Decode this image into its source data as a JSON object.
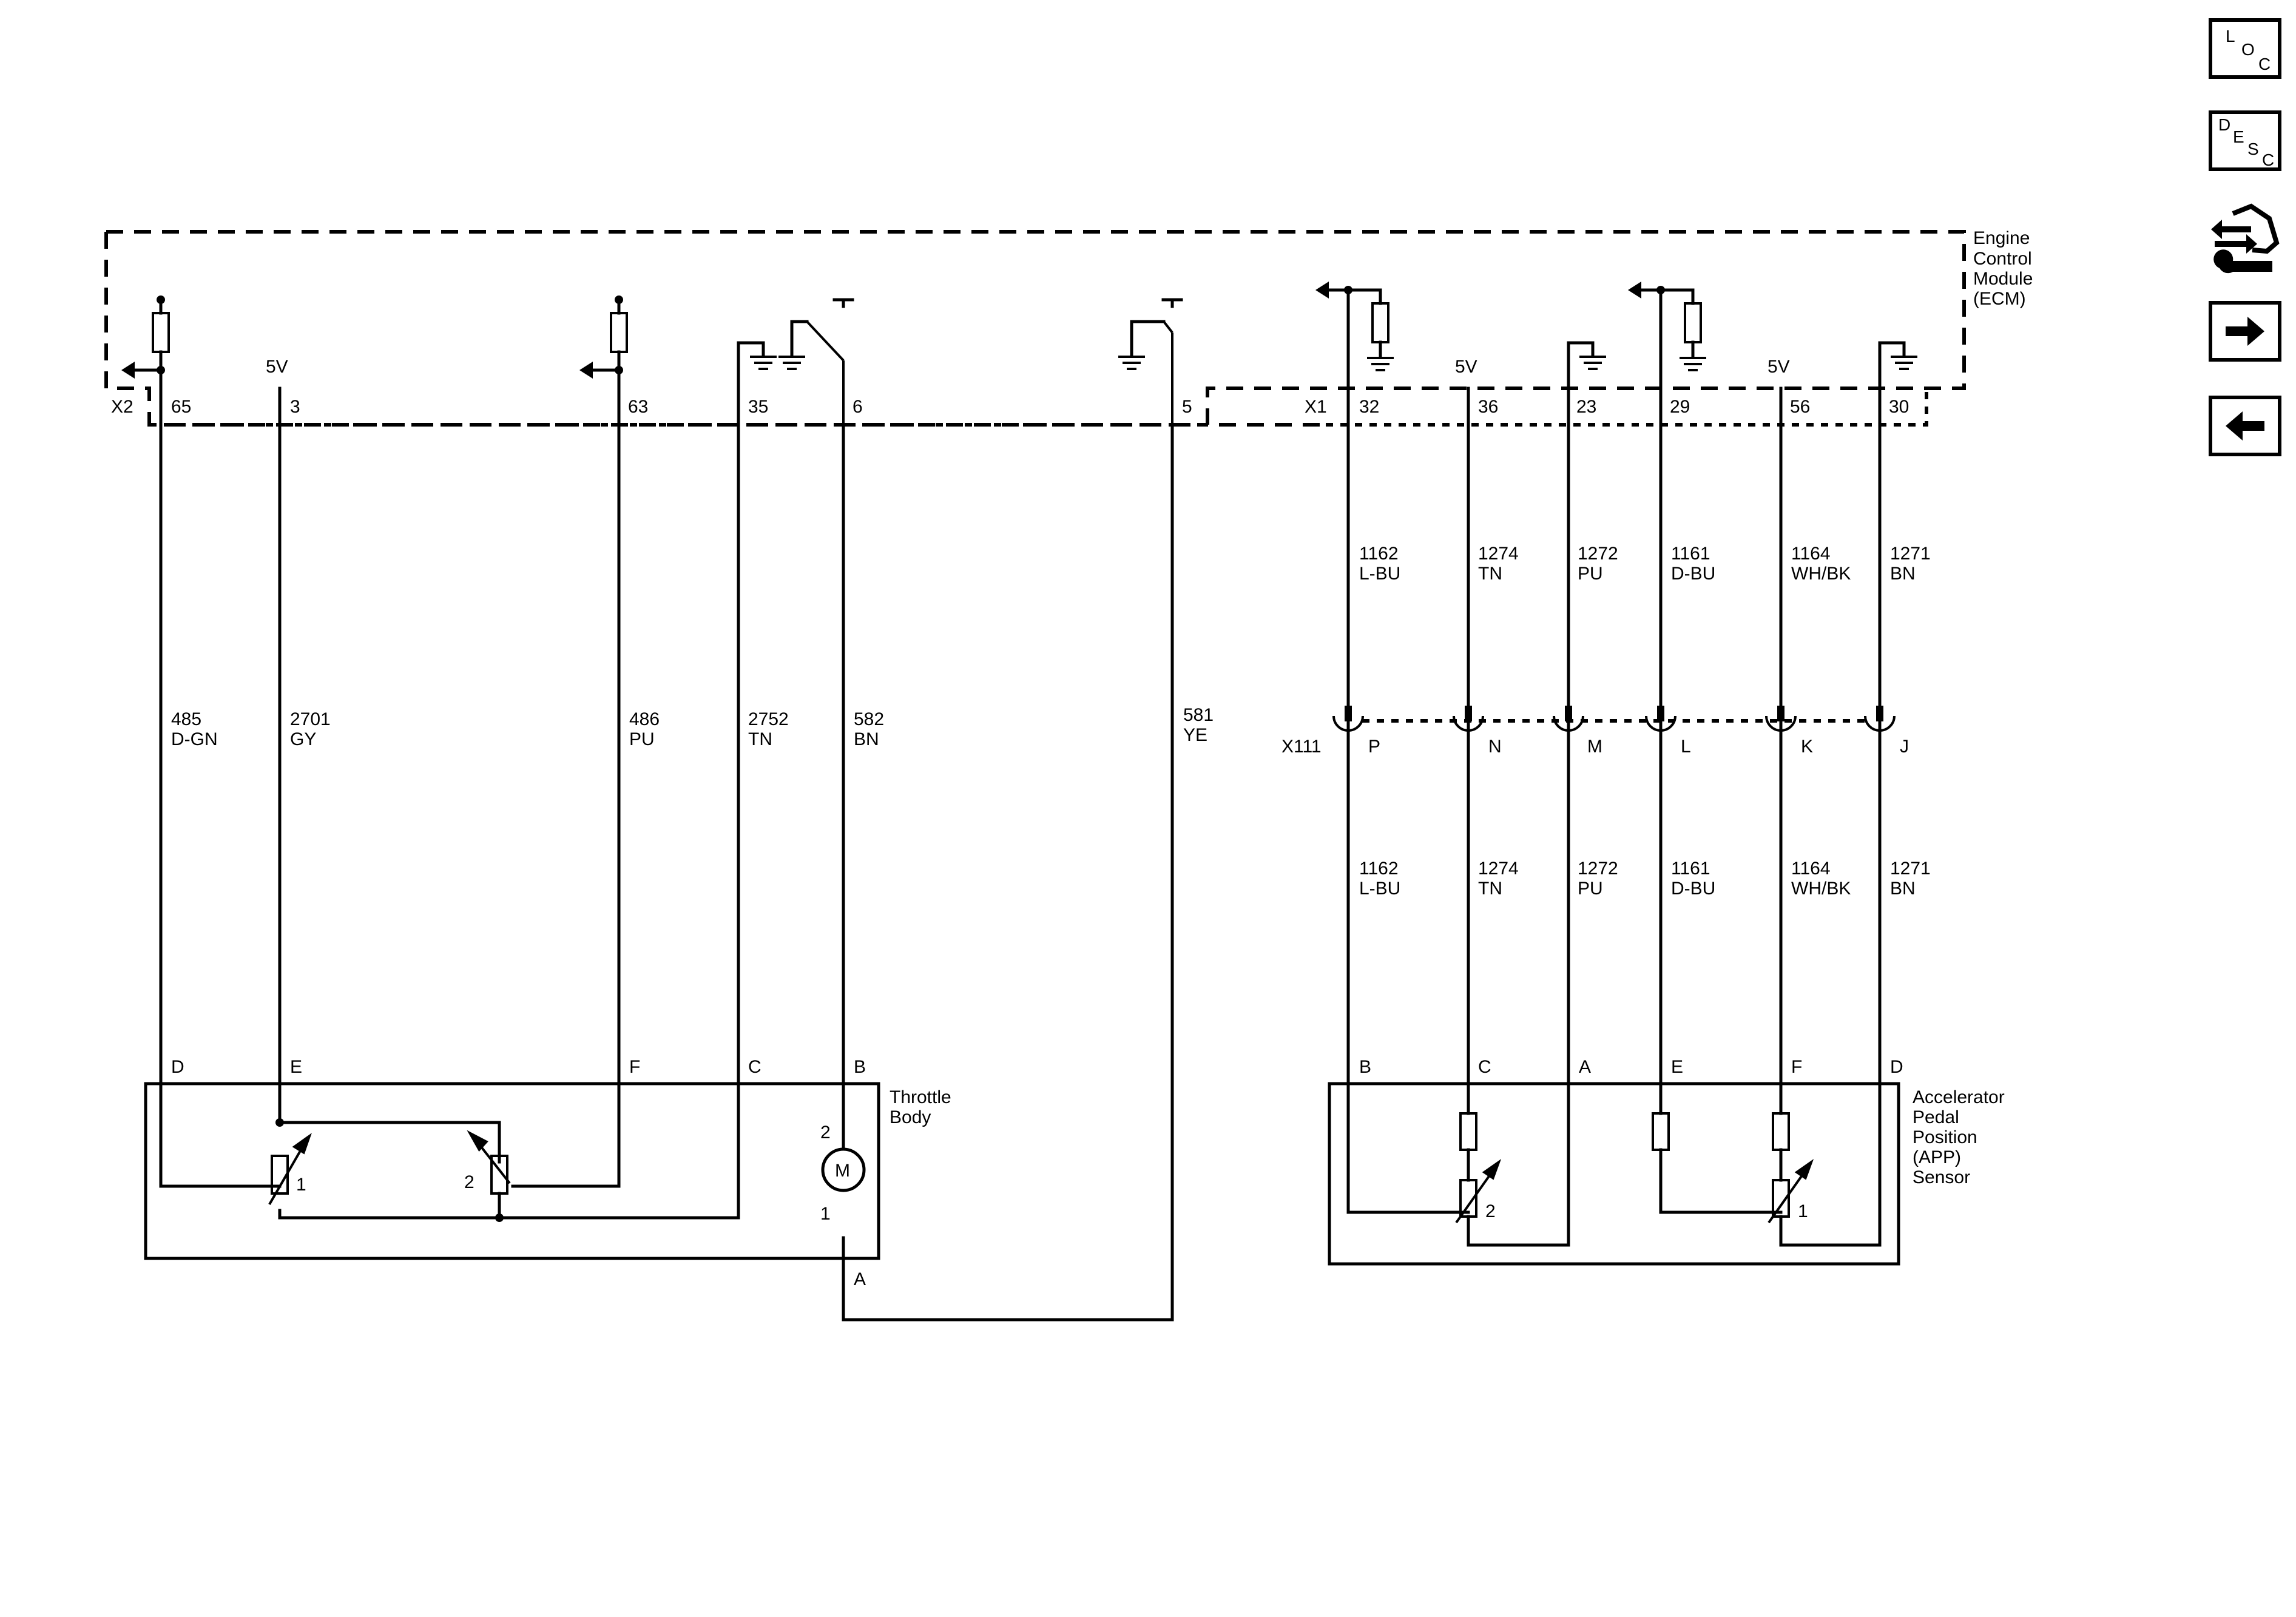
{
  "nav": {
    "loc": [
      "L",
      "O",
      "C"
    ],
    "desc": [
      "D",
      "E",
      "S",
      "C"
    ],
    "icons": [
      "connector-swap-icon",
      "arrow-right-icon",
      "arrow-left-icon"
    ]
  },
  "ecm": {
    "name": [
      "Engine",
      "Control",
      "Module",
      "(ECM)"
    ],
    "conn_x2": "X2",
    "conn_x1": "X1",
    "v5": "5V"
  },
  "ecm_pins_left": [
    "65",
    "3",
    "63",
    "35",
    "6",
    "5"
  ],
  "ecm_pins_right": [
    "32",
    "36",
    "23",
    "29",
    "56",
    "30"
  ],
  "wires_left": [
    {
      "num": "485",
      "color": "D-GN"
    },
    {
      "num": "2701",
      "color": "GY"
    },
    {
      "num": "486",
      "color": "PU"
    },
    {
      "num": "2752",
      "color": "TN"
    },
    {
      "num": "582",
      "color": "BN"
    },
    {
      "num": "581",
      "color": "YE"
    }
  ],
  "wires_right": [
    {
      "num": "1162",
      "color": "L-BU"
    },
    {
      "num": "1274",
      "color": "TN"
    },
    {
      "num": "1272",
      "color": "PU"
    },
    {
      "num": "1161",
      "color": "D-BU"
    },
    {
      "num": "1164",
      "color": "WH/BK"
    },
    {
      "num": "1271",
      "color": "BN"
    }
  ],
  "inline_connector": {
    "name": "X111",
    "pins": [
      "P",
      "N",
      "M",
      "L",
      "K",
      "J"
    ]
  },
  "throttle_body": {
    "name": [
      "Throttle",
      "Body"
    ],
    "pins": [
      "D",
      "E",
      "F",
      "C",
      "B"
    ],
    "pin_a": "A",
    "sensor_labels": [
      "1",
      "2"
    ],
    "motor": "M",
    "motor_pins": [
      "2",
      "1"
    ]
  },
  "app_sensor": {
    "name": [
      "Accelerator",
      "Pedal",
      "Position",
      "(APP)",
      "Sensor"
    ],
    "pins": [
      "B",
      "C",
      "A",
      "E",
      "F",
      "D"
    ],
    "sensor_labels": [
      "2",
      "1"
    ]
  }
}
